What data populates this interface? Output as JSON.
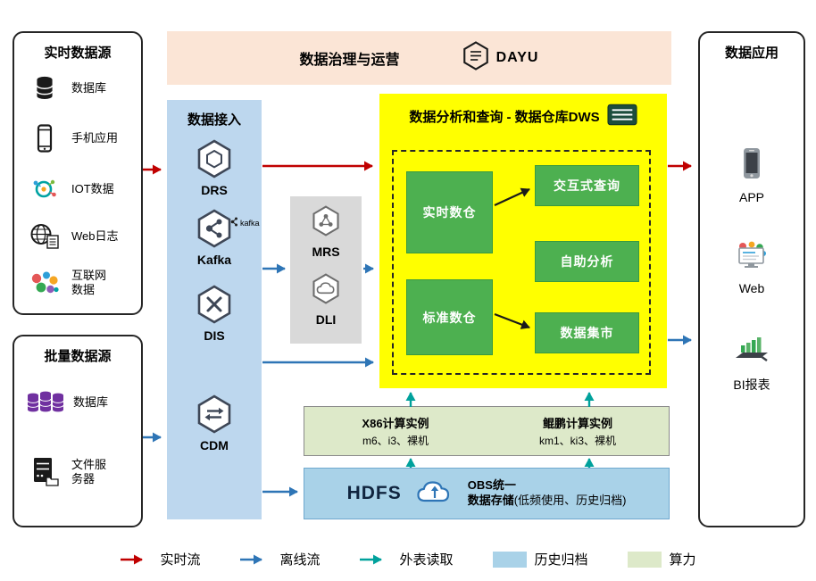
{
  "banner": {
    "title": "数据治理与运营",
    "logo_label": "DAYU",
    "logo_icon": "dayu-hexagon-icon"
  },
  "realtime_sources": {
    "title": "实时数据源",
    "items": [
      {
        "label": "数据库",
        "icon": "database-icon"
      },
      {
        "label": "手机应用",
        "icon": "mobile-phone-icon"
      },
      {
        "label": "IOT数据",
        "icon": "iot-icon"
      },
      {
        "label": "Web日志",
        "icon": "web-globe-icon"
      },
      {
        "label": "互联网数据",
        "icon": "internet-data-icon"
      }
    ]
  },
  "batch_sources": {
    "title": "批量数据源",
    "items": [
      {
        "label": "数据库",
        "icon": "purple-database-cluster-icon"
      },
      {
        "label": "文件服务器",
        "icon": "file-server-icon"
      }
    ]
  },
  "ingestion": {
    "title": "数据接入",
    "items": [
      {
        "label": "DRS",
        "icon": "drs-hexagon-icon"
      },
      {
        "label": "Kafka",
        "side_label": "kafka",
        "icon": "kafka-hexagon-icon"
      },
      {
        "label": "DIS",
        "icon": "dis-hexagon-icon"
      },
      {
        "label": "CDM",
        "icon": "cdm-hexagon-icon"
      }
    ]
  },
  "compute_services": {
    "items": [
      {
        "label": "MRS",
        "icon": "mrs-hexagon-icon"
      },
      {
        "label": "DLI",
        "icon": "dli-hexagon-icon"
      }
    ]
  },
  "dws": {
    "title": "数据分析和查询 - 数据仓库DWS",
    "title_icon": "dws-document-icon",
    "warehouses": [
      {
        "label": "实时数仓"
      },
      {
        "label": "标准数仓"
      }
    ],
    "services": [
      {
        "label": "交互式查询"
      },
      {
        "label": "自助分析"
      },
      {
        "label": "数据集市"
      }
    ]
  },
  "compute_instances": {
    "groups": [
      {
        "title": "X86计算实例",
        "subtitle": "m6、i3、裸机"
      },
      {
        "title": "鲲鹏计算实例",
        "subtitle": "km1、ki3、裸机"
      }
    ]
  },
  "storage": {
    "hdfs_label": "HDFS",
    "obs_icon": "obs-cloud-upload-icon",
    "obs_line1": "OBS统一",
    "obs_line2": "数据存储",
    "obs_note": "(低频使用、历史归档)"
  },
  "applications": {
    "title": "数据应用",
    "items": [
      {
        "label": "APP",
        "icon": "app-phone-icon"
      },
      {
        "label": "Web",
        "icon": "web-monitor-icon"
      },
      {
        "label": "BI报表",
        "icon": "bi-report-icon"
      }
    ]
  },
  "legend": {
    "items": [
      {
        "label": "实时流",
        "type": "arrow",
        "color": "#c00000"
      },
      {
        "label": "离线流",
        "type": "arrow",
        "color": "#2e75b6"
      },
      {
        "label": "外表读取",
        "type": "arrow",
        "color": "#00a19c"
      },
      {
        "label": "历史归档",
        "type": "swatch",
        "color": "#a9d2e8"
      },
      {
        "label": "算力",
        "type": "swatch",
        "color": "#dde9c9"
      }
    ]
  },
  "colors": {
    "banner_bg": "#fbe5d6",
    "ingestion_bg": "#bdd7ee",
    "services_bg": "#d9d9d9",
    "dws_bg": "#ffff00",
    "warehouse_green": "#4db050",
    "compute_bg": "#dde9c9",
    "storage_bg": "#a9d2e8",
    "realtime_flow": "#c00000",
    "offline_flow": "#2e75b6",
    "external_read": "#00a19c"
  }
}
